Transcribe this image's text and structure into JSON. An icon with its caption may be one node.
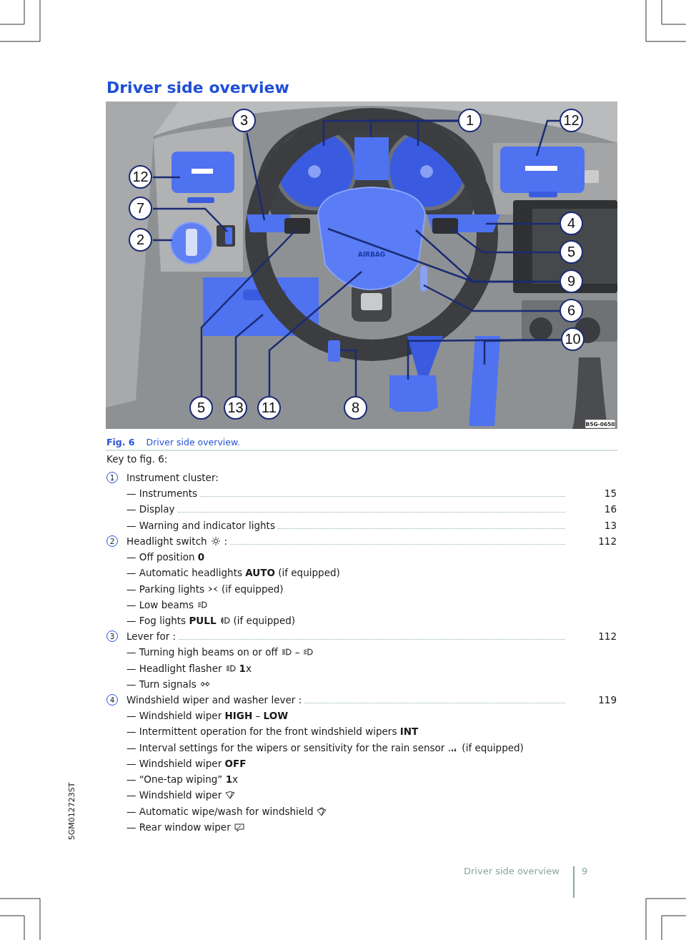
{
  "diagram": {
    "title": "Driver side overview",
    "caption": "**Fig. 6** Driver side overview.",
    "nodes": [
      {
        "text": [
          "3"
        ]
      },
      {
        "text": [
          "1"
        ]
      },
      {
        "text": [
          "12"
        ]
      },
      {
        "text": [
          "12"
        ]
      },
      {
        "text": [
          "7"
        ]
      },
      {
        "text": [
          "2"
        ]
      },
      {
        "text": [
          "4"
        ]
      },
      {
        "text": [
          "5"
        ]
      },
      {
        "text": [
          "9"
        ]
      },
      {
        "text": [
          "6"
        ]
      },
      {
        "text": [
          "10"
        ]
      },
      {
        "text": [
          "5"
        ]
      },
      {
        "text": [
          "13"
        ]
      },
      {
        "text": [
          "11"
        ]
      },
      {
        "text": [
          "8"
        ]
      }
    ],
    "edges": [
      {
        "from": 0,
        "to": null,
        "arrow": "none"
      },
      {
        "from": 1,
        "to": null,
        "arrow": "none"
      },
      {
        "from": 1,
        "to": null,
        "arrow": "none"
      },
      {
        "from": 1,
        "to": null,
        "arrow": "none"
      },
      {
        "from": 2,
        "to": null,
        "arrow": "none"
      },
      {
        "from": 3,
        "to": null,
        "arrow": "none"
      },
      {
        "from": 4,
        "to": null,
        "arrow": "none"
      },
      {
        "from": 5,
        "to": null,
        "arrow": "none"
      },
      {
        "from": 6,
        "to": null,
        "arrow": "none"
      },
      {
        "from": 7,
        "to": null,
        "arrow": "none"
      },
      {
        "from": 8,
        "to": null,
        "arrow": "none"
      },
      {
        "from": 8,
        "to": null,
        "arrow": "none"
      },
      {
        "from": 9,
        "to": null,
        "arrow": "none"
      },
      {
        "from": 10,
        "to": null,
        "arrow": "none"
      },
      {
        "from": 10,
        "to": null,
        "arrow": "none"
      },
      {
        "from": 11,
        "to": null,
        "arrow": "none"
      },
      {
        "from": 12,
        "to": null,
        "arrow": "none"
      },
      {
        "from": 13,
        "to": null,
        "arrow": "none"
      },
      {
        "from": 14,
        "to": null,
        "arrow": "none"
      }
    ],
    "labels": [
      "AIRBAG",
      "B5G-0650",
      "Key to fig. 6:",
      "1",
      "Instrument cluster:",
      "— Instruments",
      "15",
      "— Display",
      "16",
      "— Warning and indicator lights",
      "13",
      "2",
      "Headlight switch",
      ":",
      "112",
      "— Off position **0**",
      "— Automatic headlights **AUTO** (if equipped)",
      "— Parking lights",
      "(if equipped)",
      "— Low beams",
      "— Fog lights **PULL**",
      "(if equipped)",
      "3",
      "Lever for :",
      "112",
      "— Turning high beams on or off",
      "–",
      "— Headlight flasher",
      "**1**x",
      "— Turn signals",
      "4",
      "Windshield wiper and washer lever :",
      "119",
      "— Windshield wiper **HIGH** – **LOW**",
      "— Intermittent operation for the front windshield wipers **INT**",
      "— Interval settings for the wipers or sensitivity for the rain sensor",
      "(if equipped)",
      "— Windshield wiper **OFF**",
      "— “One-tap wiping” **1**x",
      "— Windshield wiper",
      "— Automatic wipe/wash for windshield",
      "— Rear window wiper",
      "5GM012723ST",
      "Driver side overview",
      "9"
    ]
  }
}
